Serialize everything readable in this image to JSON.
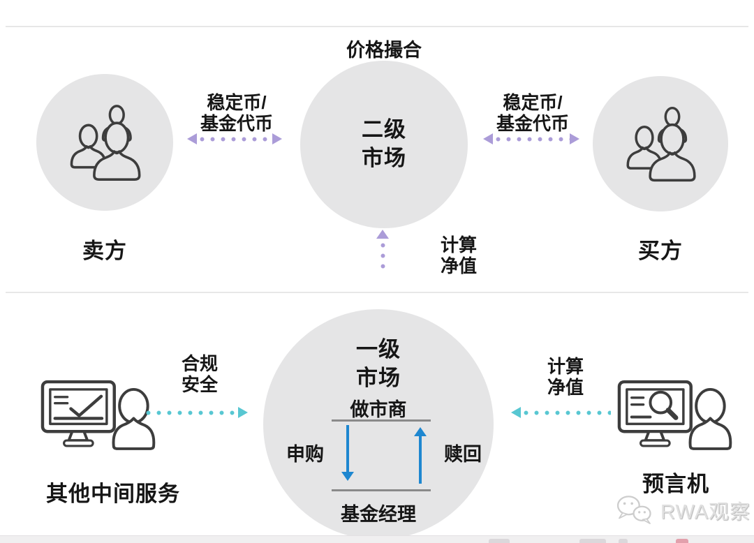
{
  "top_section": {
    "price_matching_label": "价格撮合",
    "seller_label": "卖方",
    "buyer_label": "买方",
    "secondary_market": {
      "line1": "二级",
      "line2": "市场"
    },
    "left_arrow_label": {
      "line1": "稳定币/",
      "line2": "基金代币"
    },
    "right_arrow_label": {
      "line1": "稳定币/",
      "line2": "基金代币"
    },
    "nav_label": {
      "line1": "计算",
      "line2": "净值"
    }
  },
  "bottom_section": {
    "primary_market": {
      "line1": "一级",
      "line2": "市场"
    },
    "market_maker_label": "做市商",
    "fund_manager_label": "基金经理",
    "subscribe_label": "申购",
    "redeem_label": "赎回",
    "other_services_label": "其他中间服务",
    "compliance_label": {
      "line1": "合规",
      "line2": "安全"
    },
    "nav_label": {
      "line1": "计算",
      "line2": "净值"
    },
    "oracle_label": "预言机"
  },
  "watermark": {
    "brand": "RWA观察"
  },
  "icons": {
    "seller": "users-group-icon",
    "buyer": "users-group-icon",
    "other_services": "monitor-checklist-person-icon",
    "oracle": "monitor-magnifier-person-icon",
    "watermark": "wechat-logo-icon"
  },
  "colors": {
    "accent_purple": "#ab9cd8",
    "accent_teal": "#58c7d2",
    "accent_blue": "#1e87d0",
    "node_fill": "#e5e5e6"
  }
}
